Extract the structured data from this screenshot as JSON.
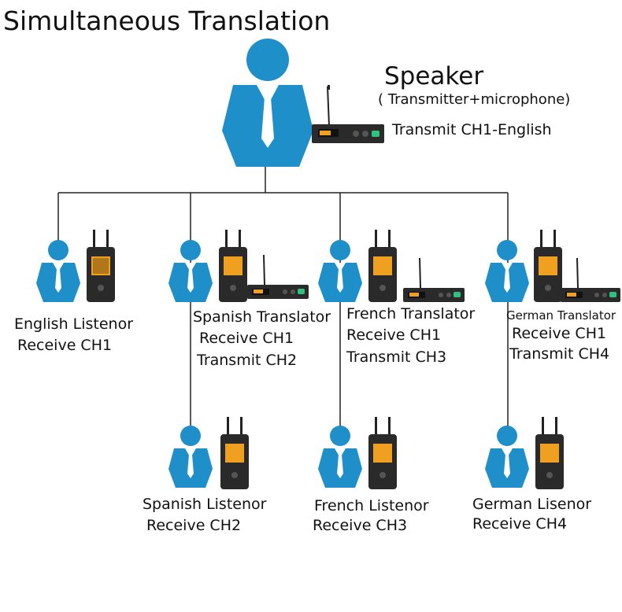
{
  "title": "Simultaneous Translation",
  "speaker": {
    "label": "Speaker",
    "subtitle": "( Transmitter+microphone)",
    "transmit": "Transmit CH1-English"
  },
  "translators": [
    {
      "role": "English Listenor",
      "receive": "Receive CH1",
      "transmit": ""
    },
    {
      "role": "Spanish Translator",
      "receive": "Receive CH1",
      "transmit": "Transmit CH2"
    },
    {
      "role": "French Translator",
      "receive": "Receive CH1",
      "transmit": "Transmit CH3"
    },
    {
      "role": "German Translator",
      "receive": "Receive CH1",
      "transmit": "Transmit CH4"
    }
  ],
  "listeners": [
    {
      "role": "Spanish Listenor",
      "receive": "Receive CH2"
    },
    {
      "role": "French Listenor",
      "receive": "Receive CH3"
    },
    {
      "role": "German Lisenor",
      "receive": "Receive CH4"
    }
  ],
  "colors": {
    "person": "#1e8fc9",
    "wire": "#222222",
    "device": "#2a2a2a",
    "screen": "#f0a020"
  },
  "icons": {
    "person": "person-icon",
    "receiver": "bodypack-receiver-icon",
    "transmitter": "transmitter-unit-icon"
  }
}
